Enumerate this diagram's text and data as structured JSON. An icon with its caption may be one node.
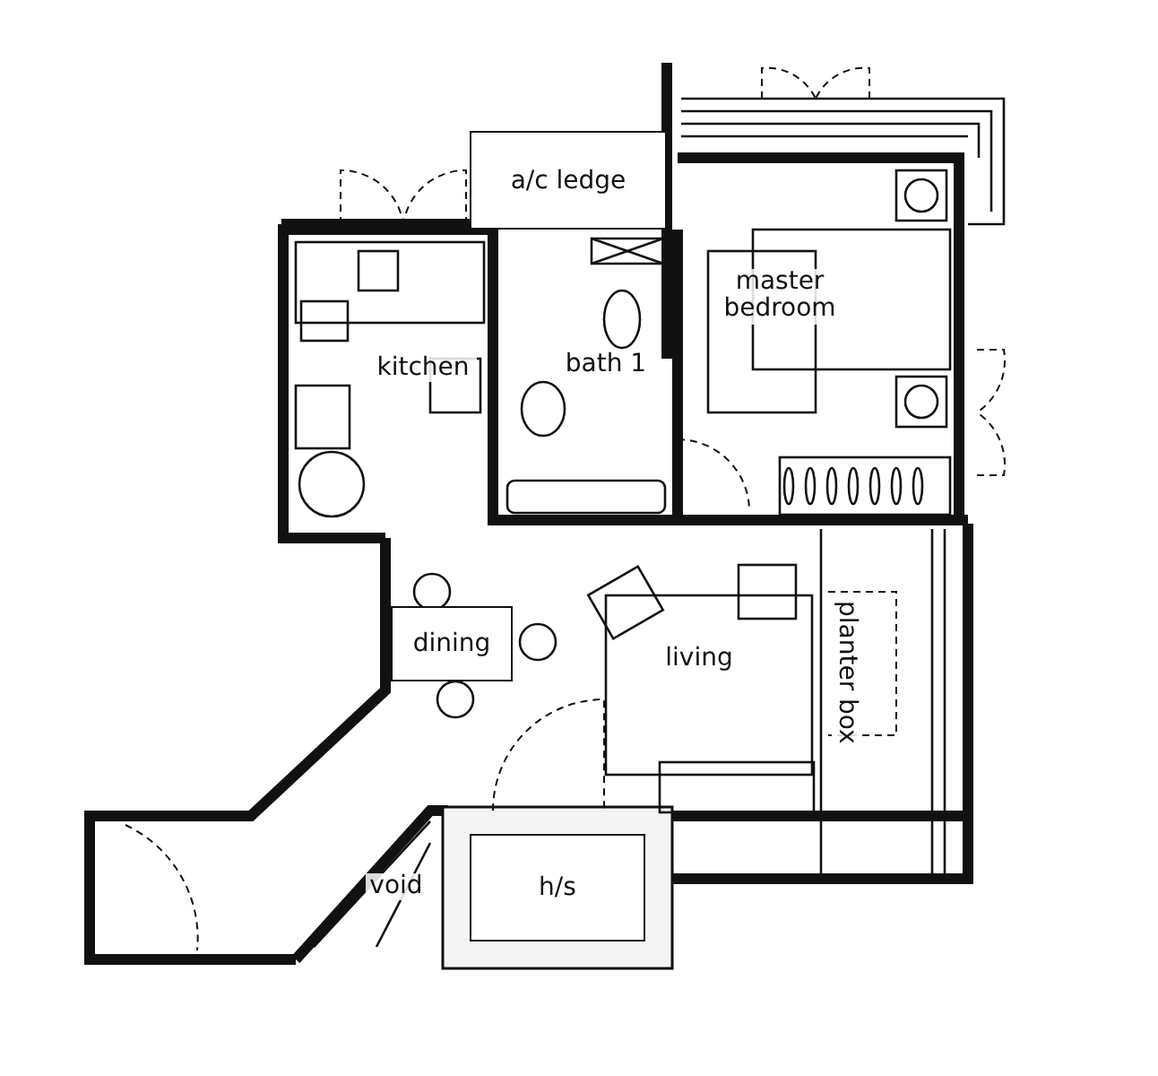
{
  "diagram": {
    "nodes": [
      {
        "text": [
          "a/c ledge"
        ]
      },
      {
        "text": [
          "dining"
        ]
      },
      {
        "text": [
          "h/s"
        ]
      }
    ],
    "labels": [
      "kitchen",
      "bath 1",
      "master bedroom",
      "living",
      "planter box",
      "void"
    ]
  }
}
